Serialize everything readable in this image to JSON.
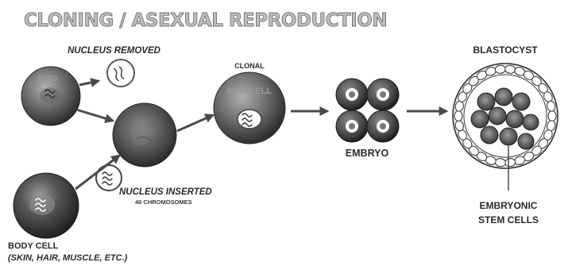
{
  "title": "CLONING / ASEXUAL REPRODUCTION",
  "labels": {
    "nucleus_removed": "NUCLEUS REMOVED",
    "egg": "EGG",
    "clonal": "CLONAL",
    "clonal_egg": "EGG CELL",
    "nucleus_inserted": "NUCLEUS INSERTED",
    "chromosomes": "46 CHROMOSOMES",
    "body_cell": "BODY CELL",
    "body_cell_examples": "(SKIN, HAIR, MUSCLE, ETC.)",
    "embryo": "EMBRYO",
    "blastocyst": "BLASTOCYST",
    "stem_cells_line1": "EMBRYONIC",
    "stem_cells_line2": "STEM CELLS"
  },
  "colors": {
    "title_fill": "#bdbdbd",
    "cell_dark": "#3c3c3c",
    "cell_light": "#a8a8a8",
    "nucleus_white": "#ffffff",
    "arrow": "#4a4a4a"
  }
}
